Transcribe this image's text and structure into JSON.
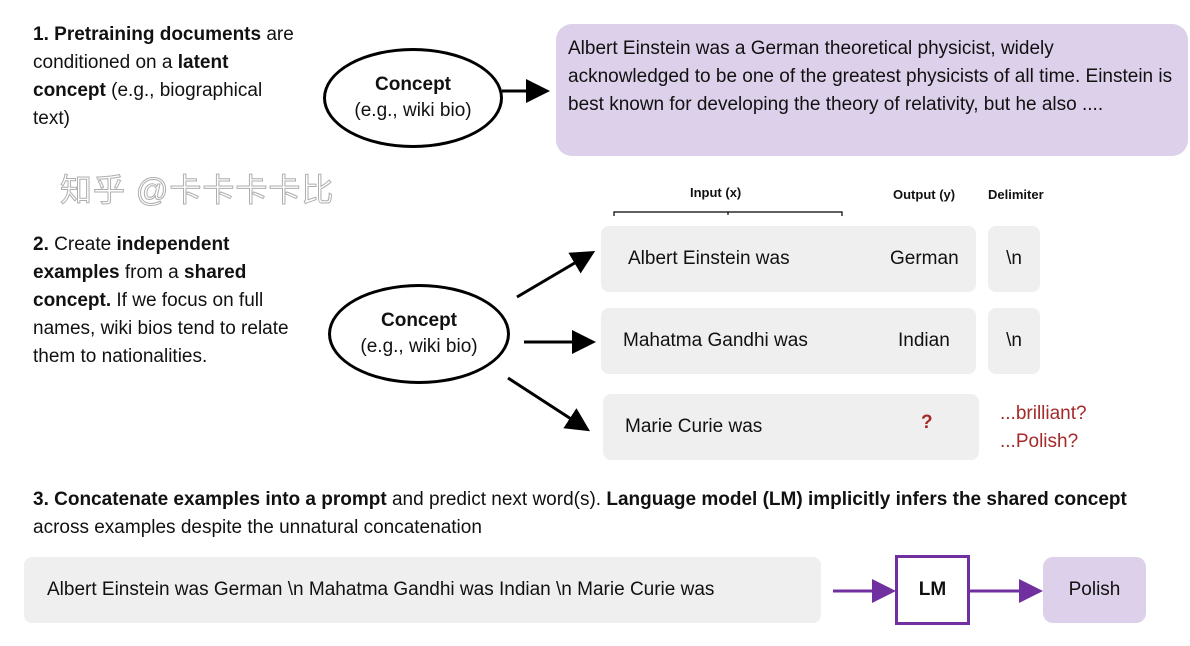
{
  "step1": {
    "number": "1.",
    "bold1": "Pretraining documents",
    "text1": "are conditioned on a",
    "bold2": "latent concept",
    "text2": "(e.g., biographical text)"
  },
  "concept": {
    "title": "Concept",
    "subtitle": "(e.g., wiki bio)"
  },
  "bio_text": "Albert Einstein was a German theoretical physicist, widely acknowledged to be one of the greatest physicists of all time. Einstein is best known for developing the theory of relativity, but he also ....",
  "step2": {
    "number": "2.",
    "t1": "Create",
    "b1": "independent examples",
    "t2": "from a",
    "b2": "shared concept.",
    "t3": "If we focus on full names, wiki bios tend to relate them to nationalities."
  },
  "headers": {
    "input": "Input (x)",
    "output": "Output (y)",
    "delimiter": "Delimiter"
  },
  "examples": [
    {
      "input": "Albert  Einstein was",
      "output": "German",
      "delimiter": "\\n"
    },
    {
      "input": "Mahatma Gandhi was",
      "output": "Indian",
      "delimiter": "\\n"
    },
    {
      "input": "Marie Curie was",
      "output": "?"
    }
  ],
  "candidates": [
    "...brilliant?",
    "...Polish?"
  ],
  "step3": {
    "b1": "3. Concatenate examples into a prompt",
    "t1": "and predict next word(s).",
    "b2": "Language model (LM) implicitly infers the shared concept",
    "t2": "across examples despite the unnatural concatenation"
  },
  "prompt": "Albert Einstein was German \\n Mahatma Gandhi was Indian \\n Marie Curie was",
  "model": "LM",
  "prediction": "Polish",
  "watermark": "知乎 @卡卡卡卡比",
  "colors": {
    "purple": "#7030a0",
    "light_purple": "#ddd0ea",
    "box_gray": "#efefef",
    "red": "#a52a2a"
  }
}
